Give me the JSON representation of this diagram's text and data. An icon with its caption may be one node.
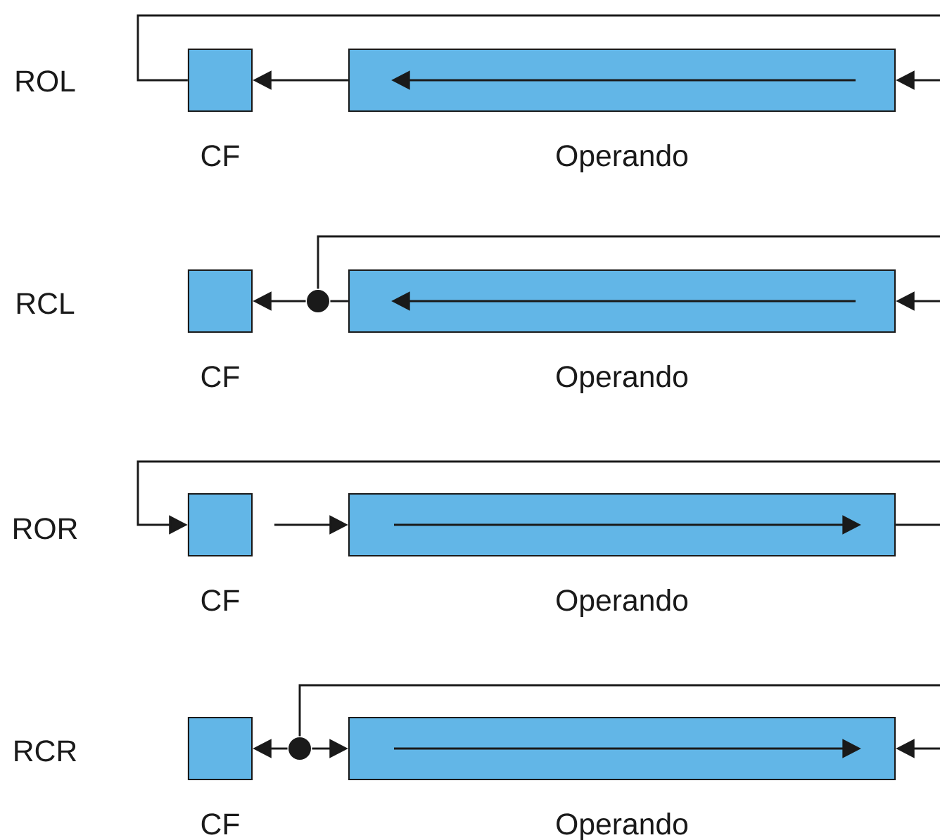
{
  "diagram": {
    "nodes": [
      {
        "text": [
          "CF"
        ]
      },
      {
        "text": [
          "Operando"
        ]
      },
      {
        "text": [
          "CF"
        ]
      },
      {
        "text": [],
        "shape": "circle"
      },
      {
        "text": [
          "Operando"
        ]
      },
      {
        "text": [
          "CF"
        ]
      },
      {
        "text": [
          "Operando"
        ]
      },
      {
        "text": [
          "CF"
        ]
      },
      {
        "text": [],
        "shape": "circle"
      },
      {
        "text": [
          "Operando"
        ]
      }
    ],
    "edges": [
      {
        "from": 1,
        "to": 0,
        "arrow": "to"
      },
      {
        "from": 0,
        "to": 1,
        "arrow": "to"
      },
      {
        "from": 4,
        "to": 3,
        "arrow": "none"
      },
      {
        "from": 3,
        "to": 2,
        "arrow": "to"
      },
      {
        "from": 3,
        "to": 4,
        "arrow": "to"
      },
      {
        "from": null,
        "to": 6,
        "arrow": "to"
      },
      {
        "from": 6,
        "to": 5,
        "arrow": "to"
      },
      {
        "from": 8,
        "to": 7,
        "arrow": "to"
      },
      {
        "from": 8,
        "to": 9,
        "arrow": "to"
      },
      {
        "from": 8,
        "to": 9,
        "arrow": "to"
      }
    ],
    "labels": [
      "ROL",
      "RCL",
      "ROR",
      "RCR"
    ]
  }
}
